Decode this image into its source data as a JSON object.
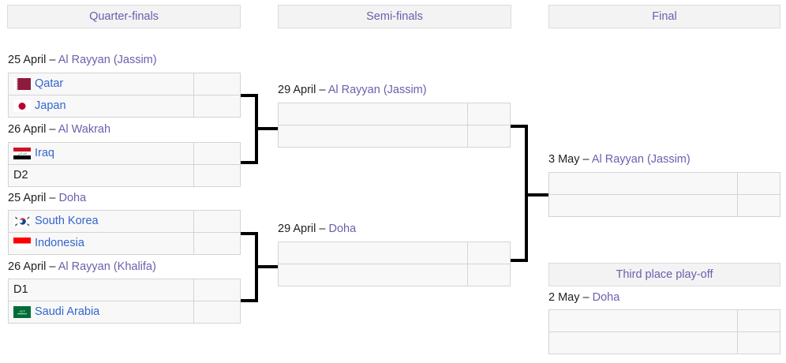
{
  "rounds": [
    {
      "id": "quarter-finals",
      "label": "Quarter-finals"
    },
    {
      "id": "semi-finals",
      "label": "Semi-finals"
    },
    {
      "id": "final",
      "label": "Final"
    },
    {
      "id": "third-place-play-off",
      "label": "Third place play-off"
    }
  ],
  "separator": "–",
  "matches": [
    {
      "id": "qf1",
      "date": "25 April",
      "venue": "Al Rayyan (Jassim)",
      "teams": [
        {
          "name": "Qatar",
          "flag": "qatar-flag",
          "score": "",
          "placeholder": false
        },
        {
          "name": "Japan",
          "flag": "japan-flag",
          "score": "",
          "placeholder": false
        }
      ]
    },
    {
      "id": "qf2",
      "date": "26 April",
      "venue": "Al Wakrah",
      "teams": [
        {
          "name": "Iraq",
          "flag": "iraq-flag",
          "score": "",
          "placeholder": false
        },
        {
          "name": "D2",
          "flag": "",
          "score": "",
          "placeholder": true
        }
      ]
    },
    {
      "id": "qf3",
      "date": "25 April",
      "venue": "Doha",
      "teams": [
        {
          "name": "South Korea",
          "flag": "south-korea-flag",
          "score": "",
          "placeholder": false
        },
        {
          "name": "Indonesia",
          "flag": "indonesia-flag",
          "score": "",
          "placeholder": false
        }
      ]
    },
    {
      "id": "qf4",
      "date": "26 April",
      "venue": "Al Rayyan (Khalifa)",
      "teams": [
        {
          "name": "D1",
          "flag": "",
          "score": "",
          "placeholder": true
        },
        {
          "name": "Saudi Arabia",
          "flag": "saudi-arabia-flag",
          "score": "",
          "placeholder": false
        }
      ]
    },
    {
      "id": "sf1",
      "date": "29 April",
      "venue": "Al Rayyan (Jassim)",
      "teams": [
        {
          "name": "",
          "flag": "",
          "score": "",
          "placeholder": true
        },
        {
          "name": "",
          "flag": "",
          "score": "",
          "placeholder": true
        }
      ]
    },
    {
      "id": "sf2",
      "date": "29 April",
      "venue": "Doha",
      "teams": [
        {
          "name": "",
          "flag": "",
          "score": "",
          "placeholder": true
        },
        {
          "name": "",
          "flag": "",
          "score": "",
          "placeholder": true
        }
      ]
    },
    {
      "id": "final",
      "date": "3 May",
      "venue": "Al Rayyan (Jassim)",
      "teams": [
        {
          "name": "",
          "flag": "",
          "score": "",
          "placeholder": true
        },
        {
          "name": "",
          "flag": "",
          "score": "",
          "placeholder": true
        }
      ]
    },
    {
      "id": "third-place",
      "date": "2 May",
      "venue": "Doha",
      "teams": [
        {
          "name": "",
          "flag": "",
          "score": "",
          "placeholder": true
        },
        {
          "name": "",
          "flag": "",
          "score": "",
          "placeholder": true
        }
      ]
    }
  ],
  "colors": {
    "link": "#3366cc",
    "visited_link": "#6a5fad",
    "header_bg": "#f3f3f3",
    "box_bg": "#f8f8f8",
    "box_border": "#d4d4d4",
    "connector": "#000000",
    "text": "#202122"
  }
}
